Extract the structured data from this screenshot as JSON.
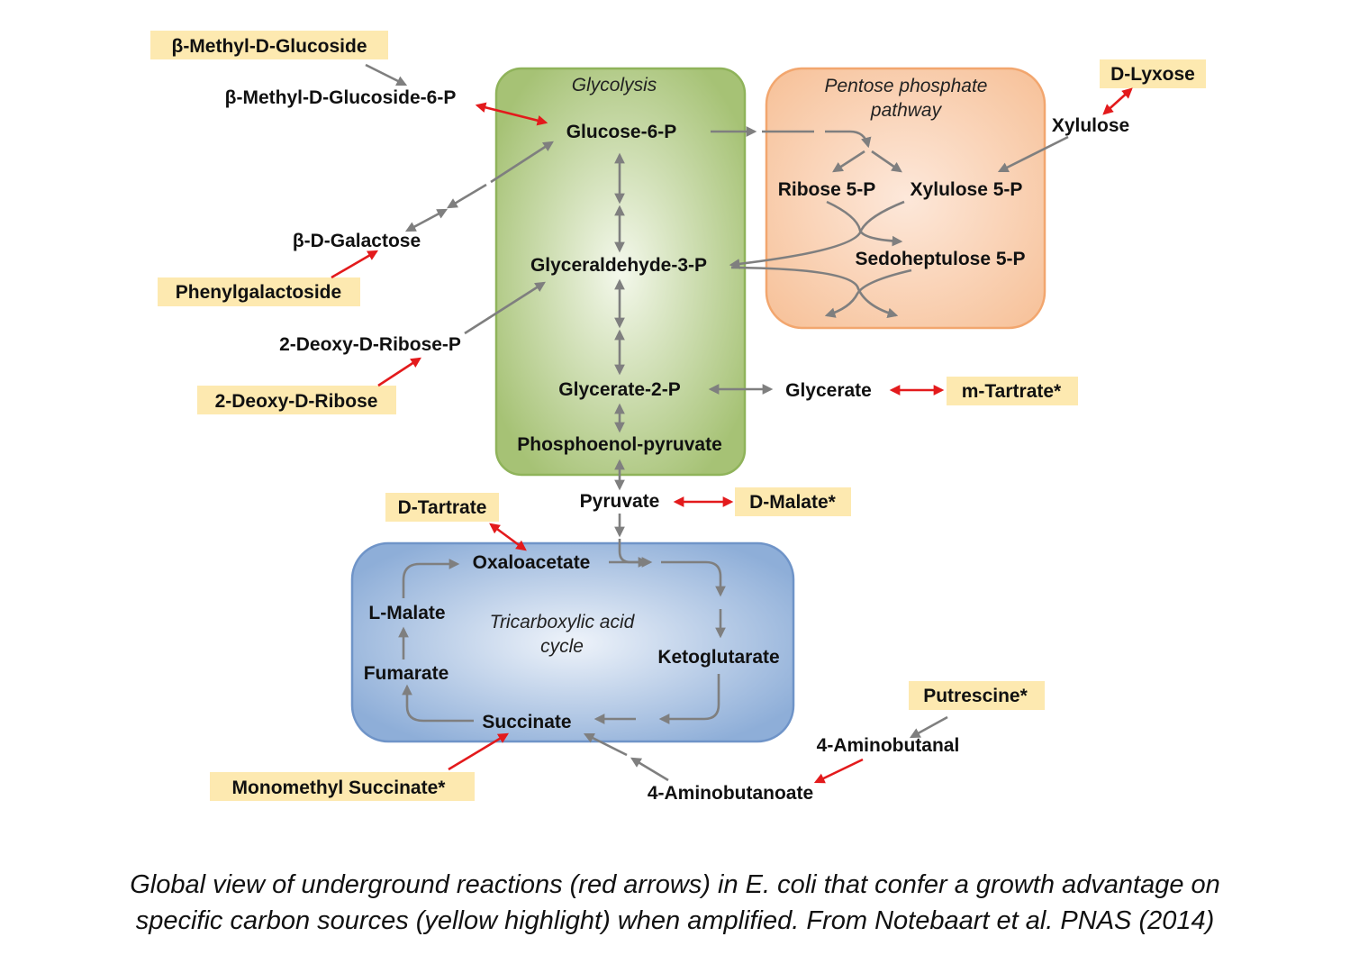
{
  "pathways": {
    "glycolysis": "Glycolysis",
    "ppp_line1": "Pentose phosphate",
    "ppp_line2": "pathway",
    "tca_line1": "Tricarboxylic acid",
    "tca_line2": "cycle"
  },
  "metabolites": {
    "b_methyl_glucoside_6p": "β-Methyl-D-Glucoside-6-P",
    "glucose_6p": "Glucose-6-P",
    "b_galactose": "β-D-Galactose",
    "glyceraldehyde_3p": "Glyceraldehyde-3-P",
    "deoxyribose_p": "2-Deoxy-D-Ribose-P",
    "glycerate_2p": "Glycerate-2-P",
    "pep": "Phosphoenol-pyruvate",
    "glycerate": "Glycerate",
    "pyruvate": "Pyruvate",
    "ribose_5p": "Ribose 5-P",
    "xylulose_5p": "Xylulose 5-P",
    "sedoheptulose_5p": "Sedoheptulose 5-P",
    "xylulose": "Xylulose",
    "oxaloacetate": "Oxaloacetate",
    "l_malate": "L-Malate",
    "fumarate": "Fumarate",
    "succinate": "Succinate",
    "ketoglutarate": "Ketoglutarate",
    "aminobutanal": "4-Aminobutanal",
    "aminobutanoate": "4-Aminobutanoate"
  },
  "carbon_sources": {
    "b_methyl_glucoside": "β-Methyl-D-Glucoside",
    "phenylgalactoside": "Phenylgalactoside",
    "deoxyribose": "2-Deoxy-D-Ribose",
    "d_lyxose": "D-Lyxose",
    "m_tartrate": "m-Tartrate*",
    "d_tartrate": "D-Tartrate",
    "d_malate": "D-Malate*",
    "putrescine": "Putrescine*",
    "monomethyl_succinate": "Monomethyl Succinate*"
  },
  "caption": {
    "line1": "Global view of underground reactions (red arrows) in E. coli that confer a growth advantage on",
    "line2": "specific carbon sources (yellow highlight)  when amplified.  From Notebaart et al. PNAS (2014)"
  },
  "colors": {
    "highlight": "#fde9b0",
    "underground_arrow": "#e31a1c",
    "native_arrow": "#7f7f7f",
    "glycolysis_box": "#a9c67a",
    "ppp_box": "#f8c29c",
    "tca_box": "#8fb0da"
  }
}
